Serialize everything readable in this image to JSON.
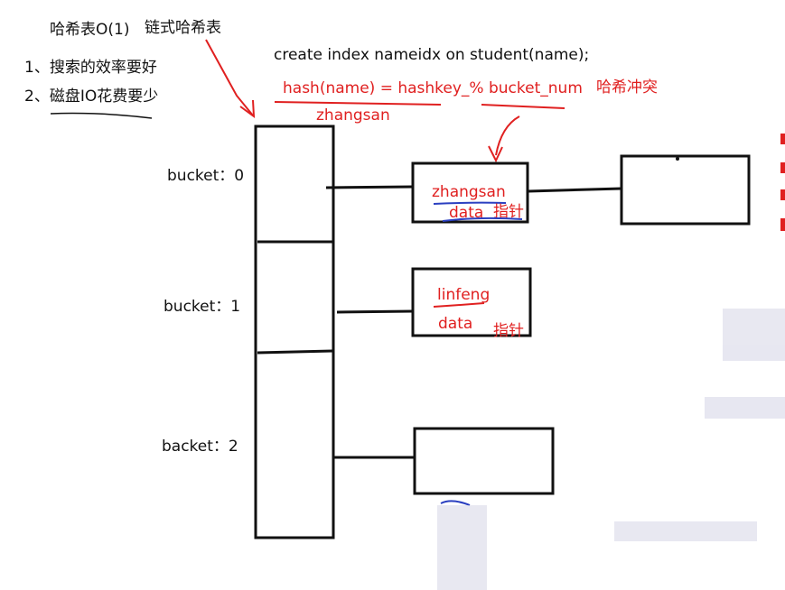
{
  "header": {
    "title": "哈希表O(1)",
    "chained_label": "链式哈希表",
    "goals": [
      "1、搜索的效率要好",
      "2、磁盘IO花费要少"
    ]
  },
  "sql": {
    "statement": "create index nameidx on student(name);",
    "hash_formula": "hash(name) = hashkey_% bucket_num",
    "collision_label": "哈希冲突",
    "example_key": "zhangsan"
  },
  "buckets": [
    {
      "label": "bucket：0"
    },
    {
      "label": "bucket：1"
    },
    {
      "label": "backet：2"
    }
  ],
  "nodes": [
    {
      "key": "zhangsan",
      "data": "data",
      "pointer": "指针"
    },
    {
      "key": "linfeng",
      "data": "data",
      "pointer": "指针"
    }
  ],
  "colors": {
    "ink": "#111111",
    "annotation": "#e02020",
    "highlight": "#2a3fc0"
  }
}
